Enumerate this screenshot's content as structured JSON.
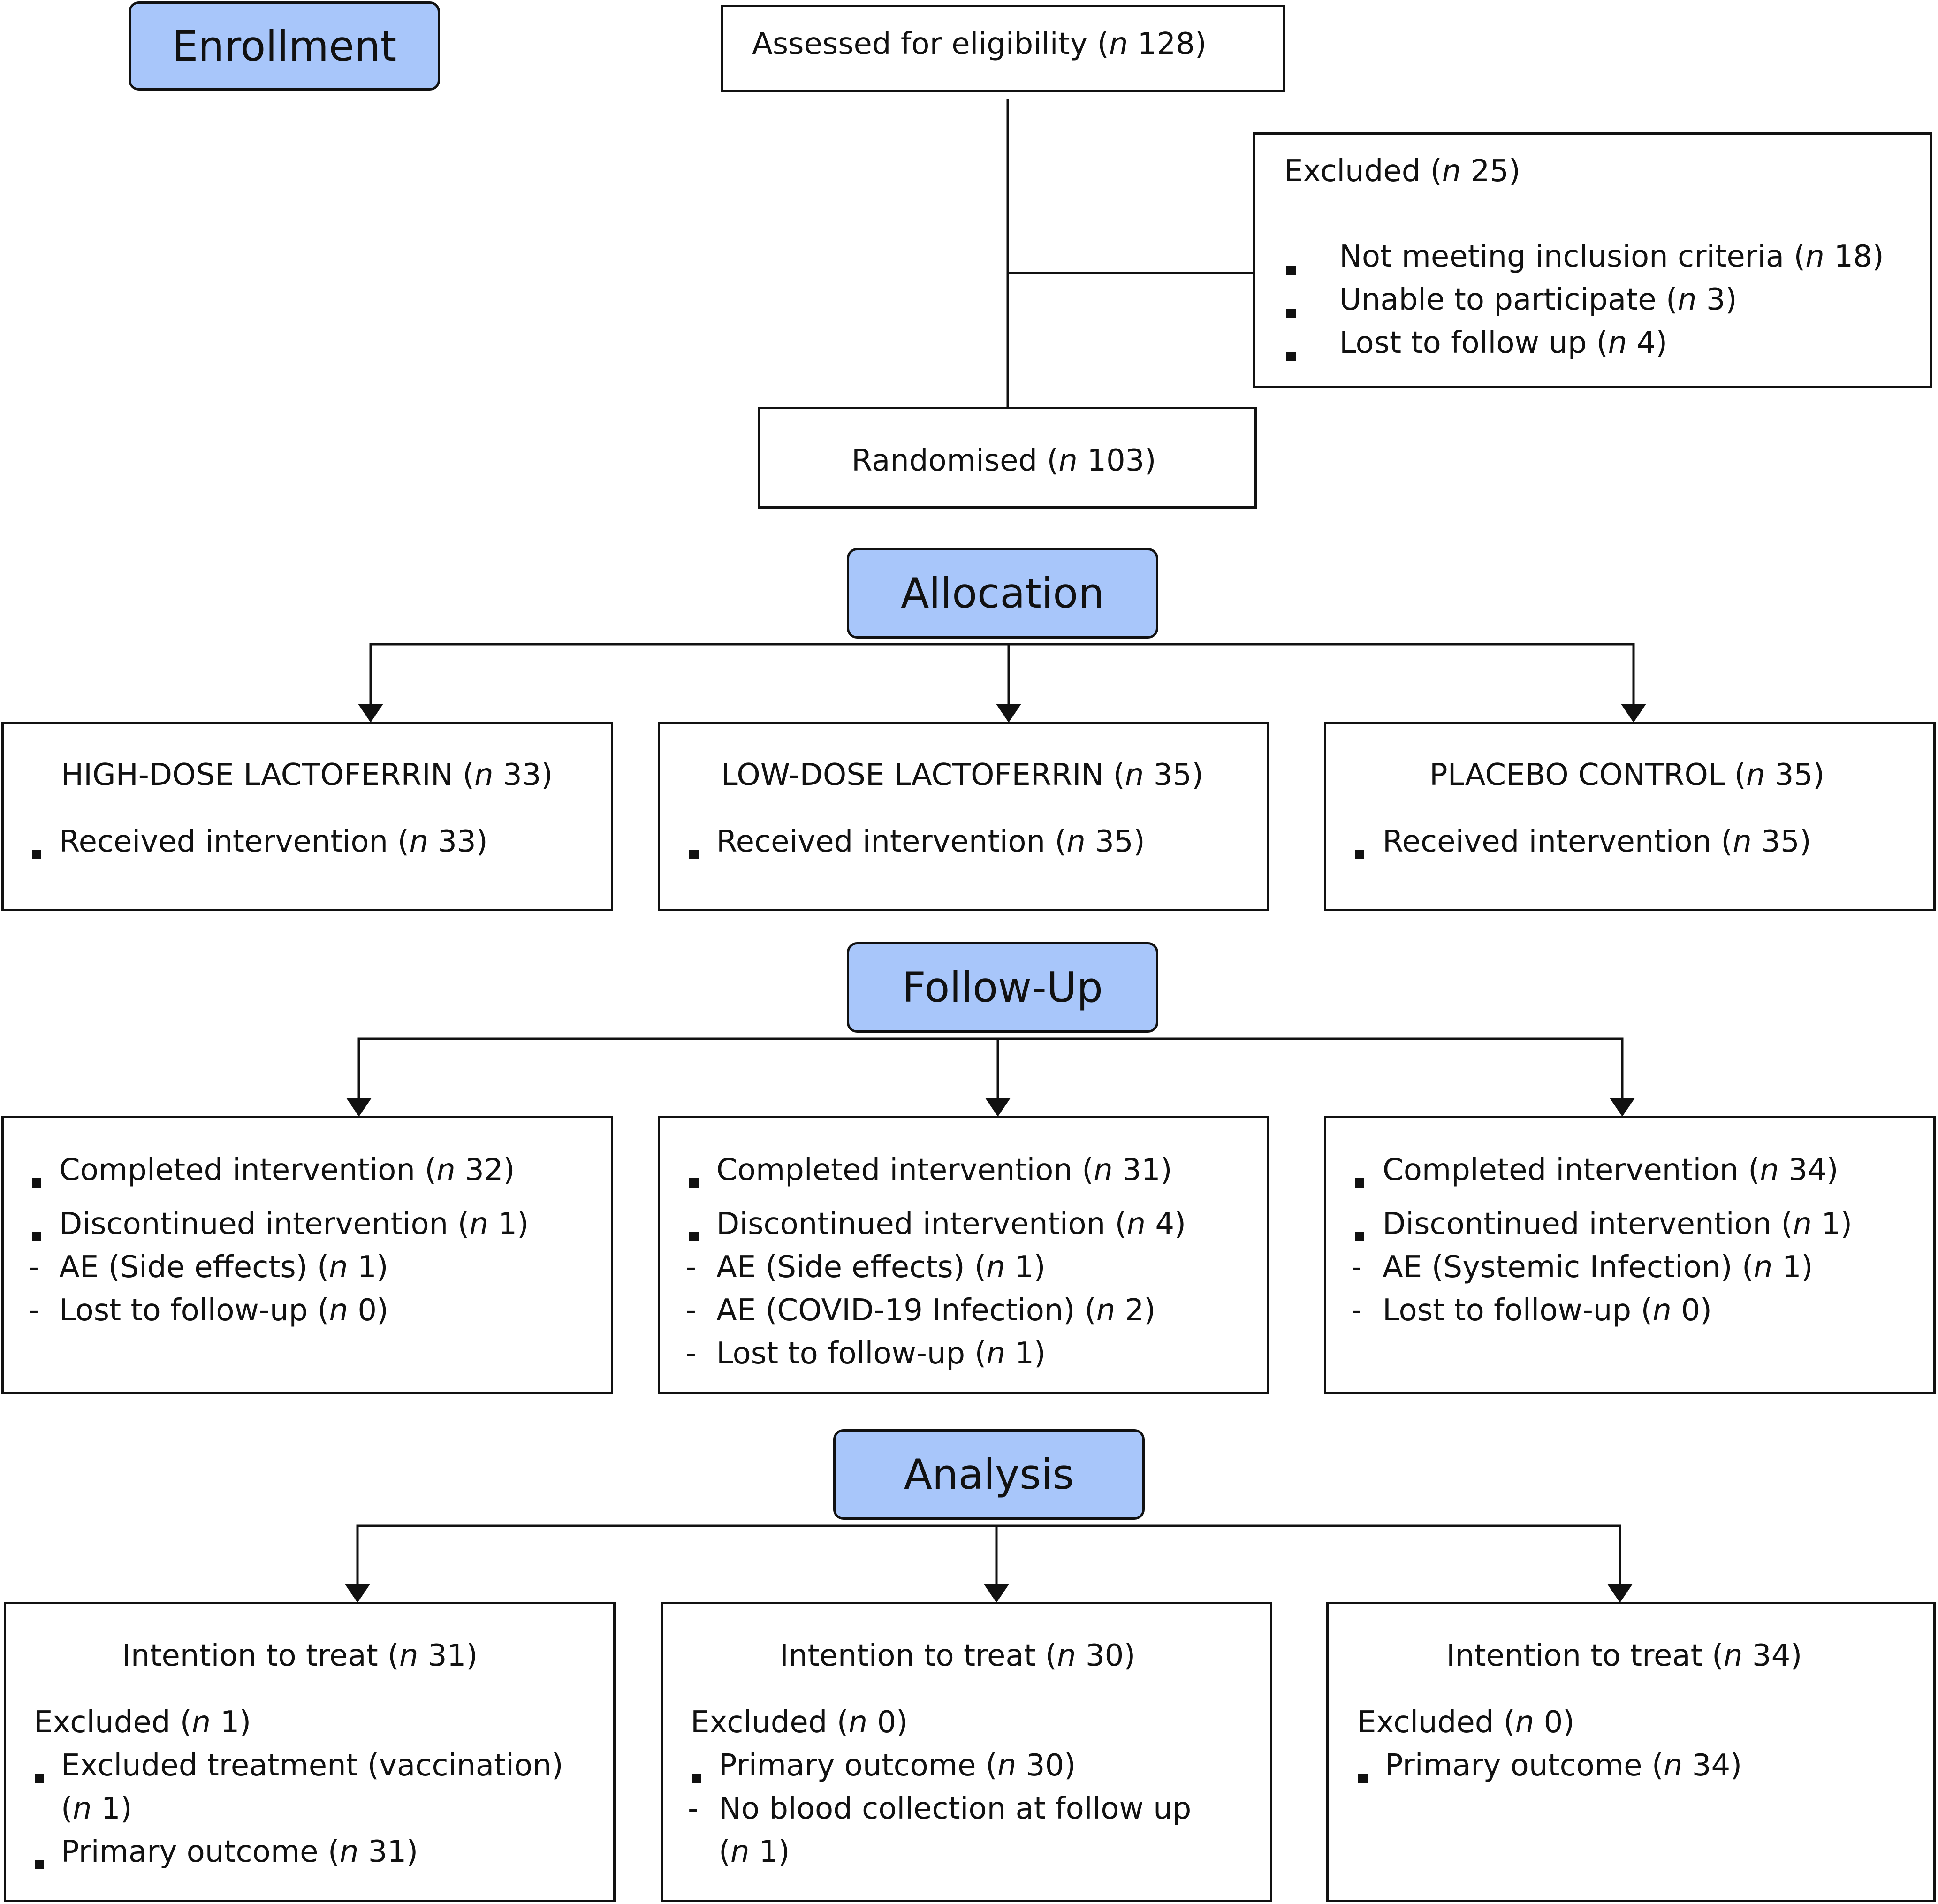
{
  "stages": {
    "enrollment": "Enrollment",
    "allocation": "Allocation",
    "follow_up": "Follow-Up",
    "analysis": "Analysis"
  },
  "n": "n",
  "assessed": {
    "label": "Assessed for eligibility (",
    "value": "128)"
  },
  "excluded": {
    "title": {
      "label": "Excluded (",
      "value": "25)"
    },
    "items": [
      {
        "label": "Not meeting inclusion criteria (",
        "value": "18)"
      },
      {
        "label": "Unable to participate (",
        "value": "3)"
      },
      {
        "label": "Lost to follow up (",
        "value": "4)"
      }
    ]
  },
  "randomised": {
    "label": "Randomised (",
    "value": "103)"
  },
  "allocation": [
    {
      "title": "HIGH-DOSE LACTOFERRIN (",
      "title_value": "33)",
      "item": "Received intervention (",
      "item_value": "33)"
    },
    {
      "title": "LOW-DOSE LACTOFERRIN (",
      "title_value": "35)",
      "item": "Received intervention (",
      "item_value": "35)"
    },
    {
      "title": "PLACEBO CONTROL (",
      "title_value": "35)",
      "item": "Received intervention (",
      "item_value": "35)"
    }
  ],
  "follow_up": [
    {
      "completed": "Completed intervention (",
      "completed_value": "32)",
      "discontinued": "Discontinued intervention (",
      "discontinued_value": "1)",
      "sub": [
        {
          "label": "AE (Side effects) (",
          "value": "1)"
        },
        {
          "label": "Lost to follow-up (",
          "value": "0)"
        }
      ]
    },
    {
      "completed": "Completed intervention (",
      "completed_value": "31)",
      "discontinued": "Discontinued intervention (",
      "discontinued_value": "4)",
      "sub": [
        {
          "label": "AE (Side effects) (",
          "value": "1)"
        },
        {
          "label": "AE (COVID-19 Infection) (",
          "value": "2)"
        },
        {
          "label": "Lost to follow-up (",
          "value": "1)"
        }
      ]
    },
    {
      "completed": "Completed intervention (",
      "completed_value": "34)",
      "discontinued": "Discontinued intervention (",
      "discontinued_value": "1)",
      "sub": [
        {
          "label": "AE (Systemic Infection) (",
          "value": "1)"
        },
        {
          "label": "Lost to follow-up (",
          "value": "0)"
        }
      ]
    }
  ],
  "analysis": [
    {
      "itt": "Intention to treat (",
      "itt_value": "31)",
      "excluded": "Excluded (",
      "excluded_value": "1)",
      "a1": "Excluded treatment (vaccination)",
      "a1b": "(",
      "a1b_value": "1)",
      "a2": "Primary outcome (",
      "a2_value": "31)"
    },
    {
      "itt": "Intention to treat (",
      "itt_value": "30)",
      "excluded": "Excluded (",
      "excluded_value": "0)",
      "a1": "Primary outcome (",
      "a1_value": "30)",
      "a2": "No blood collection at follow up",
      "a2b": "(",
      "a2b_value": "1)"
    },
    {
      "itt": "Intention to treat (",
      "itt_value": "34)",
      "excluded": "Excluded (",
      "excluded_value": "0)",
      "a1": "Primary outcome (",
      "a1_value": "34)"
    }
  ]
}
